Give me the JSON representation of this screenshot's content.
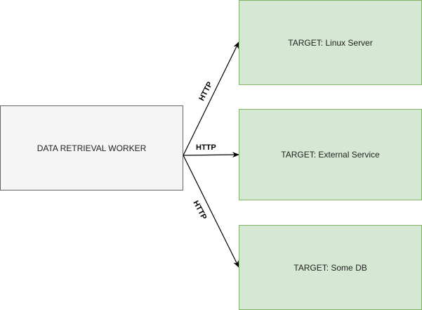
{
  "source": {
    "label": "DATA RETRIEVAL WORKER"
  },
  "targets": [
    {
      "label": "TARGET: Linux Server"
    },
    {
      "label": "TARGET: External Service"
    },
    {
      "label": "TARGET: Some DB"
    }
  ],
  "edges": [
    {
      "label": "HTTP"
    },
    {
      "label": "HTTP"
    },
    {
      "label": "HTTP"
    }
  ],
  "colors": {
    "source_fill": "#f5f5f5",
    "source_stroke": "#666666",
    "target_fill": "#d5e8d4",
    "target_stroke": "#82b366",
    "edge": "#000000"
  }
}
